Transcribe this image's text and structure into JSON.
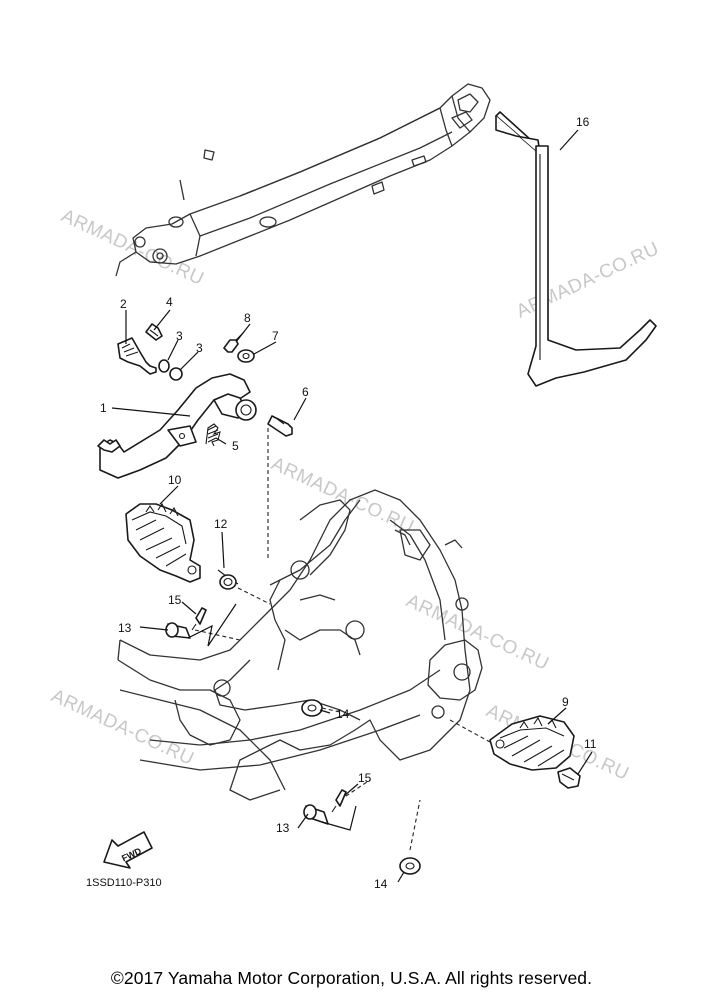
{
  "watermarks": [
    "ARMADA-CO.RU",
    "ARMADA-CO.RU",
    "ARMADA-CO.RU",
    "ARMADA-CO.RU",
    "ARMADA-CO.RU",
    "ARMADA-CO.RU"
  ],
  "callouts": [
    "1",
    "2",
    "3",
    "3",
    "4",
    "5",
    "6",
    "7",
    "8",
    "9",
    "10",
    "11",
    "12",
    "13",
    "13",
    "14",
    "14",
    "15",
    "15",
    "16"
  ],
  "fwd_label": "FWD",
  "diagram_code": "1SSD110-P310",
  "footer": "©2017 Yamaha Motor Corporation, U.S.A. All rights reserved."
}
